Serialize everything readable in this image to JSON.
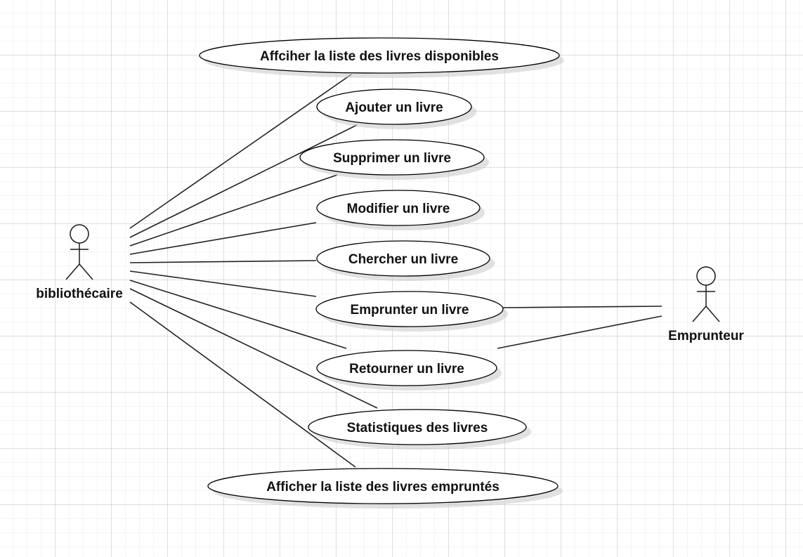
{
  "diagram": {
    "type": "use-case",
    "actors": [
      {
        "id": "bibliothecaire",
        "label": "bibliothécaire"
      },
      {
        "id": "emprunteur",
        "label": "Emprunteur"
      }
    ],
    "use_cases": [
      {
        "id": "uc1",
        "label": "Affciher la liste des livres disponibles"
      },
      {
        "id": "uc2",
        "label": "Ajouter un livre"
      },
      {
        "id": "uc3",
        "label": "Supprimer un livre"
      },
      {
        "id": "uc4",
        "label": "Modifier un livre"
      },
      {
        "id": "uc5",
        "label": "Chercher un livre"
      },
      {
        "id": "uc6",
        "label": "Emprunter un livre"
      },
      {
        "id": "uc7",
        "label": "Retourner un livre"
      },
      {
        "id": "uc8",
        "label": "Statistiques des livres"
      },
      {
        "id": "uc9",
        "label": "Afficher la liste des livres empruntés"
      }
    ],
    "associations": [
      {
        "from": "bibliothecaire",
        "to": "uc1"
      },
      {
        "from": "bibliothecaire",
        "to": "uc2"
      },
      {
        "from": "bibliothecaire",
        "to": "uc3"
      },
      {
        "from": "bibliothecaire",
        "to": "uc4"
      },
      {
        "from": "bibliothecaire",
        "to": "uc5"
      },
      {
        "from": "bibliothecaire",
        "to": "uc6"
      },
      {
        "from": "bibliothecaire",
        "to": "uc7"
      },
      {
        "from": "bibliothecaire",
        "to": "uc8"
      },
      {
        "from": "bibliothecaire",
        "to": "uc9"
      },
      {
        "from": "emprunteur",
        "to": "uc6"
      },
      {
        "from": "emprunteur",
        "to": "uc7"
      }
    ]
  },
  "colors": {
    "line": "#222222",
    "ellipse_fill": "#ffffff",
    "ellipse_stroke": "#000000",
    "grid": "#e6e6e6"
  }
}
